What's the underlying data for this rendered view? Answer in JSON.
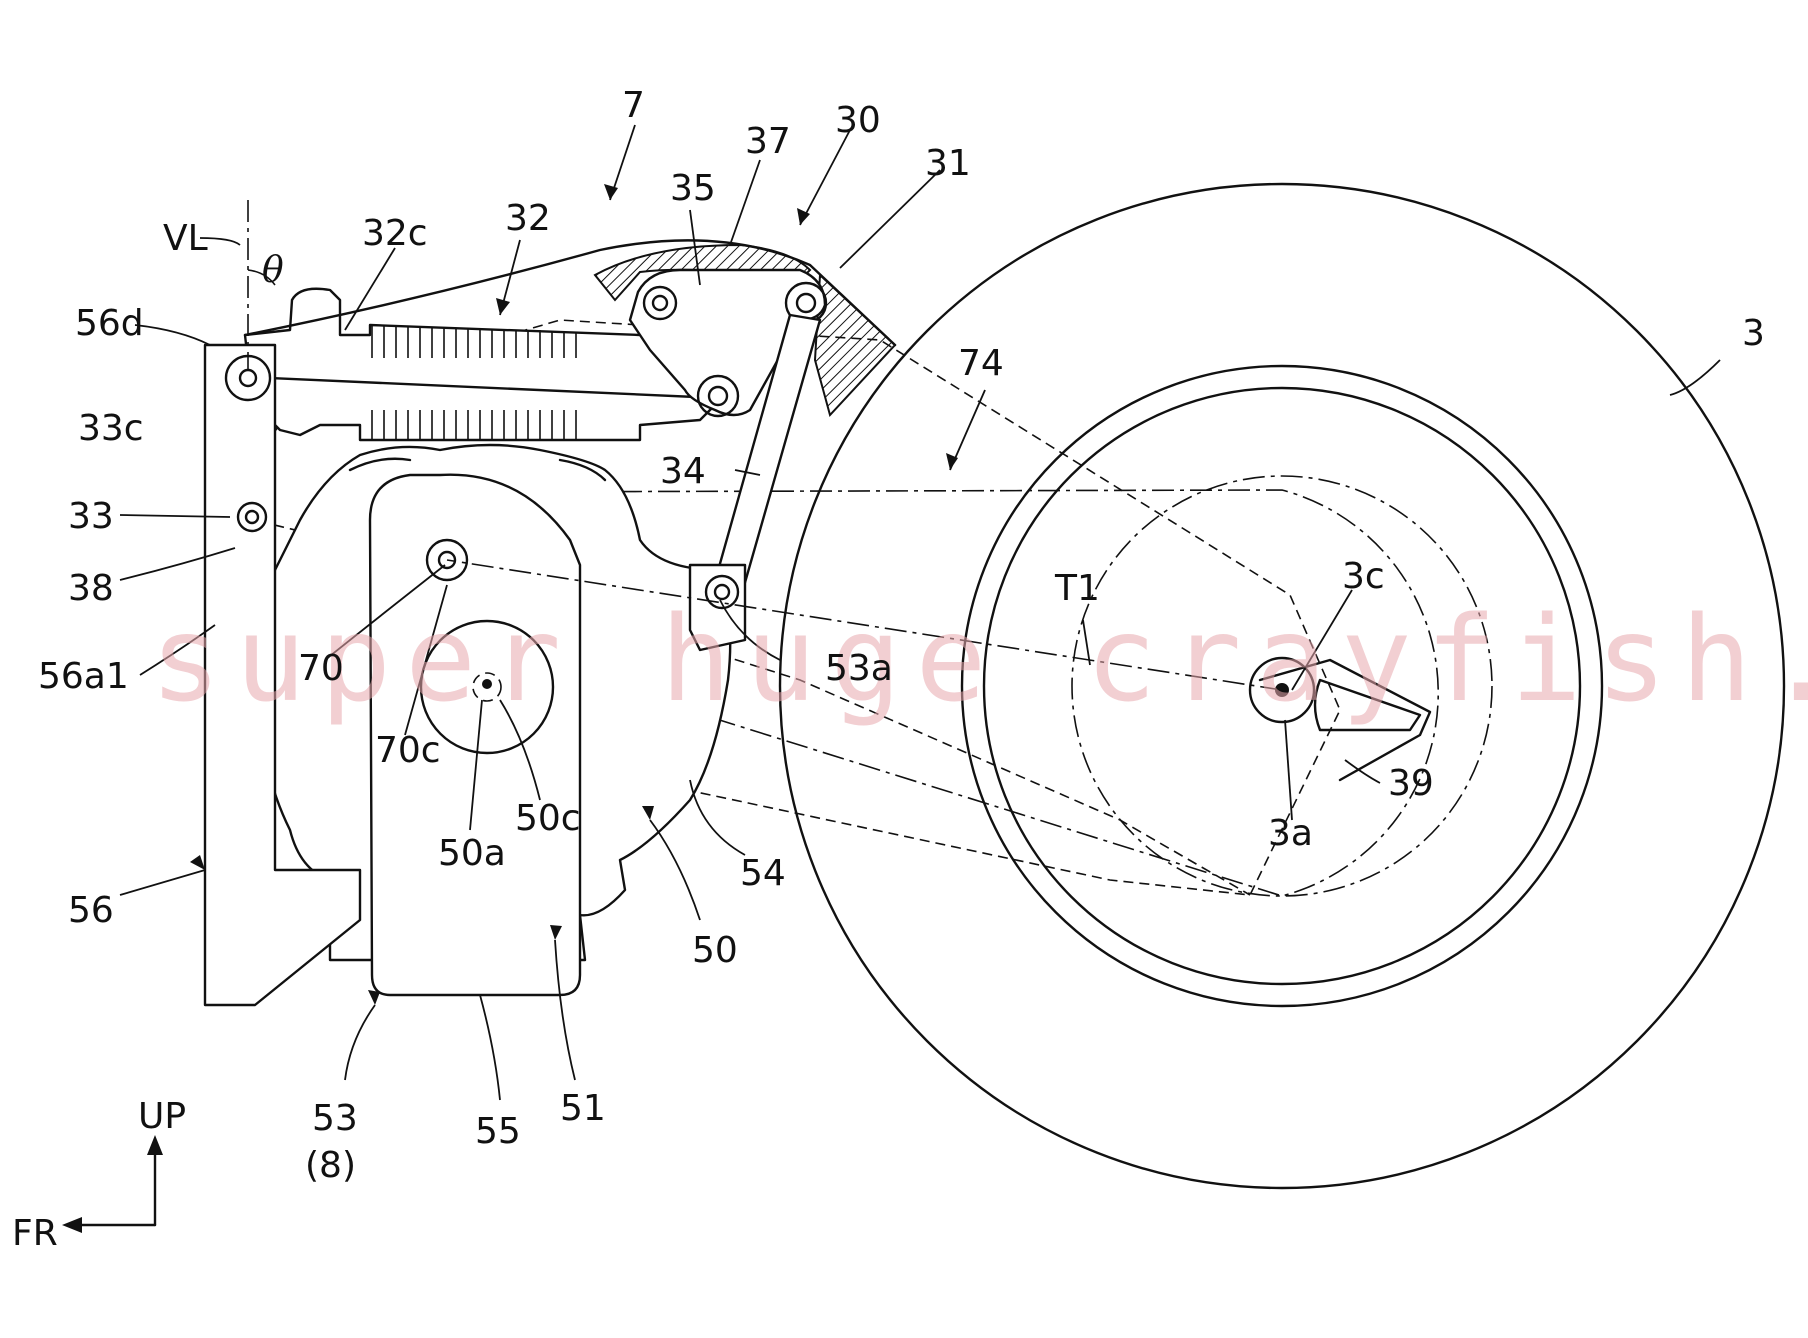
{
  "labels": {
    "l7": "7",
    "l37": "37",
    "l30": "30",
    "l31": "31",
    "l35": "35",
    "l32": "32",
    "l32c": "32c",
    "lVL": "VL",
    "ltheta": "θ",
    "l56d": "56d",
    "l74": "74",
    "l3": "3",
    "l33c": "33c",
    "l34": "34",
    "l33": "33",
    "l38": "38",
    "lT1": "T1",
    "l3c": "3c",
    "l70": "70",
    "l53a": "53a",
    "l56a1": "56a1",
    "l70c": "70c",
    "l50c": "50c",
    "l39": "39",
    "l50a": "50a",
    "l3a": "3a",
    "l54": "54",
    "l56": "56",
    "l50": "50",
    "l53": "53",
    "l8": "(8)",
    "l55": "55",
    "l51": "51",
    "lUP": "UP",
    "lFR": "FR"
  },
  "watermark": "super huge crayfish.jp",
  "colors": {
    "line": "#111111",
    "background": "#ffffff",
    "watermark": "#e8a8ae"
  }
}
